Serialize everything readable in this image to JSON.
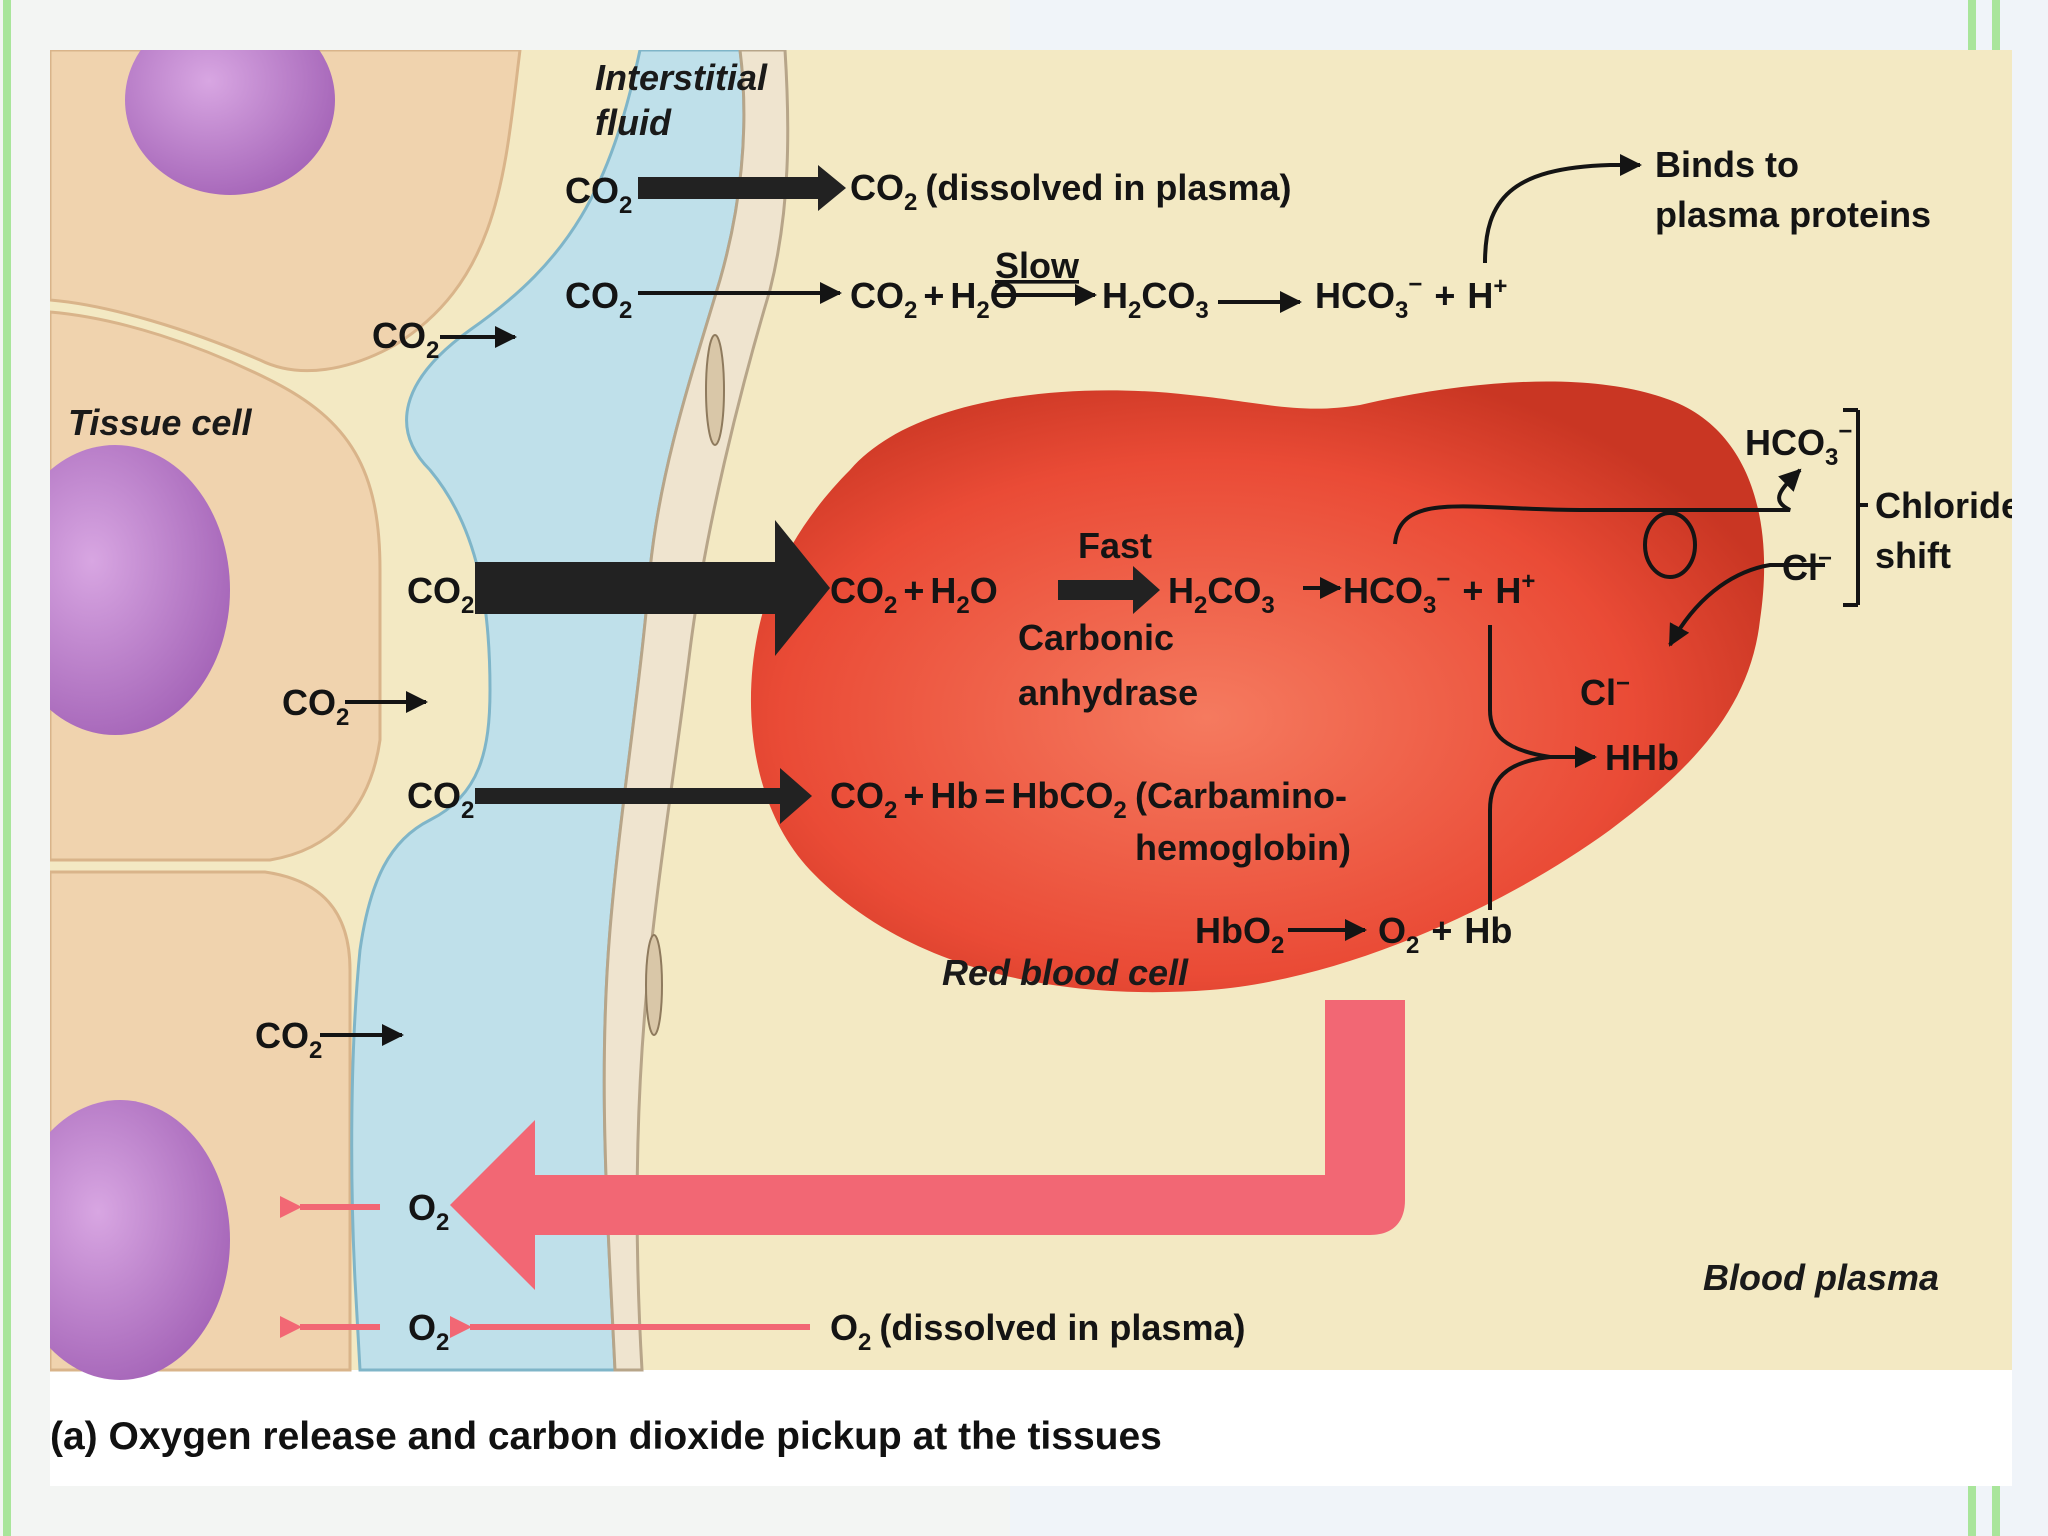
{
  "diagram": {
    "labels": {
      "interstitial_line1": "Interstitial",
      "interstitial_line2": "fluid",
      "tissue_cell": "Tissue cell",
      "red_blood_cell": "Red blood cell",
      "blood_plasma": "Blood plasma",
      "dissolved_plasma": "(dissolved in plasma)",
      "slow": "Slow",
      "fast": "Fast",
      "carbonic": "Carbonic",
      "anhydrase": "anhydrase",
      "binds_line1": "Binds to",
      "binds_line2": "plasma proteins",
      "chloride": "Chloride",
      "shift": "shift",
      "carbamino_line1": "(Carbamino-",
      "carbamino_line2": "hemoglobin)"
    },
    "chem": {
      "co2": "CO",
      "o2": "O",
      "h2o_h": "H",
      "h2o_o": "O",
      "h2co3": "H",
      "hco3": "HCO",
      "h_ion": "H",
      "hb": "Hb",
      "hbco2": "HbCO",
      "hbo2": "HbO",
      "hhb": "HHb",
      "cl": "Cl",
      "plus": "+",
      "equals": "=",
      "two": "2",
      "three": "3",
      "minus": "−",
      "plus_sup": "+"
    }
  },
  "caption": "(a)  Oxygen release and carbon dioxide pickup at the tissues",
  "colors": {
    "plasma": "#f3e9c3",
    "tissue_cell": "#f0d3ae",
    "nucleus": "#b97bc9",
    "interstitial": "#bfe0ea",
    "rbc": "#ea4b36",
    "o2_arrow": "#f26774",
    "accent_green": "#a9e59b"
  }
}
